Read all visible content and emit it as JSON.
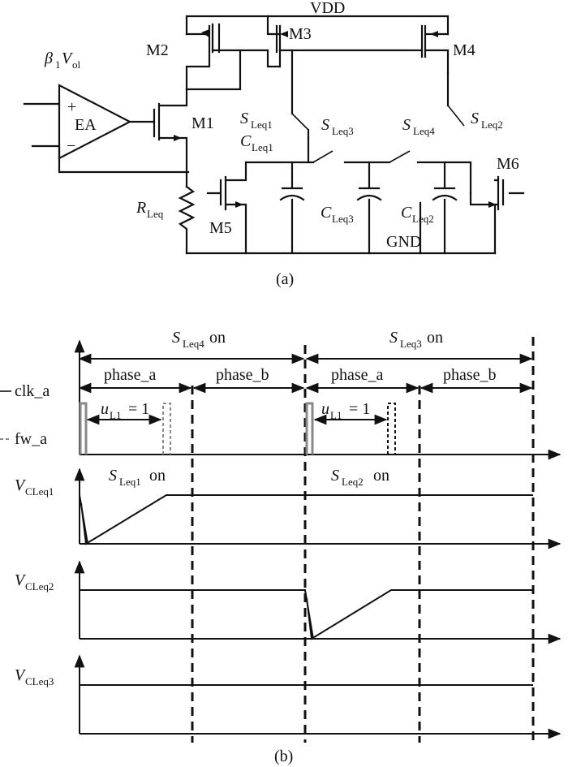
{
  "circuit": {
    "vdd": "VDD",
    "gnd": "GND",
    "m1": "M1",
    "m2": "M2",
    "m3": "M3",
    "m4": "M4",
    "m5": "M5",
    "m6": "M6",
    "ea": "EA",
    "ea_plus": "+",
    "ea_minus": "−",
    "beta_main": "β",
    "beta_sub": "1",
    "v_main": "V",
    "v_sub": "ol",
    "sleq1_main": "S",
    "sleq1_sub": "Leq1",
    "sleq2_main": "S",
    "sleq2_sub": "Leq2",
    "sleq3_main": "S",
    "sleq3_sub": "Leq3",
    "sleq4_main": "S",
    "sleq4_sub": "Leq4",
    "cleq1_main": "C",
    "cleq1_sub": "Leq1",
    "cleq2_main": "C",
    "cleq2_sub": "Leq2",
    "cleq3_main": "C",
    "cleq3_sub": "Leq3",
    "rleq_main": "R",
    "rleq_sub": "Leq",
    "caption": "(a)"
  },
  "timing": {
    "caption": "(b)",
    "top_left_main": "S",
    "top_left_sub": "Leq4",
    "top_left_tail": "on",
    "top_right_main": "S",
    "top_right_sub": "Leq3",
    "top_right_tail": "on",
    "phase_a": "phase_a",
    "phase_b": "phase_b",
    "clk_a": "clk_a",
    "fw_a": "fw_a",
    "ul1_main": "u",
    "ul1_sub": "L1",
    "ul1_tail": "= 1",
    "s_leq1_on_main": "S",
    "s_leq1_on_sub": "Leq1",
    "s_leq1_on_tail": "on",
    "s_leq2_on_main": "S",
    "s_leq2_on_sub": "Leq2",
    "s_leq2_on_tail": "on",
    "vc1_main": "V",
    "vc1_sub": "CLeq1",
    "vc2_main": "V",
    "vc2_sub": "CLeq2",
    "vc3_main": "V",
    "vc3_sub": "CLeq3"
  },
  "colors": {
    "ink": "#111111",
    "clk_gray": "#888888"
  }
}
